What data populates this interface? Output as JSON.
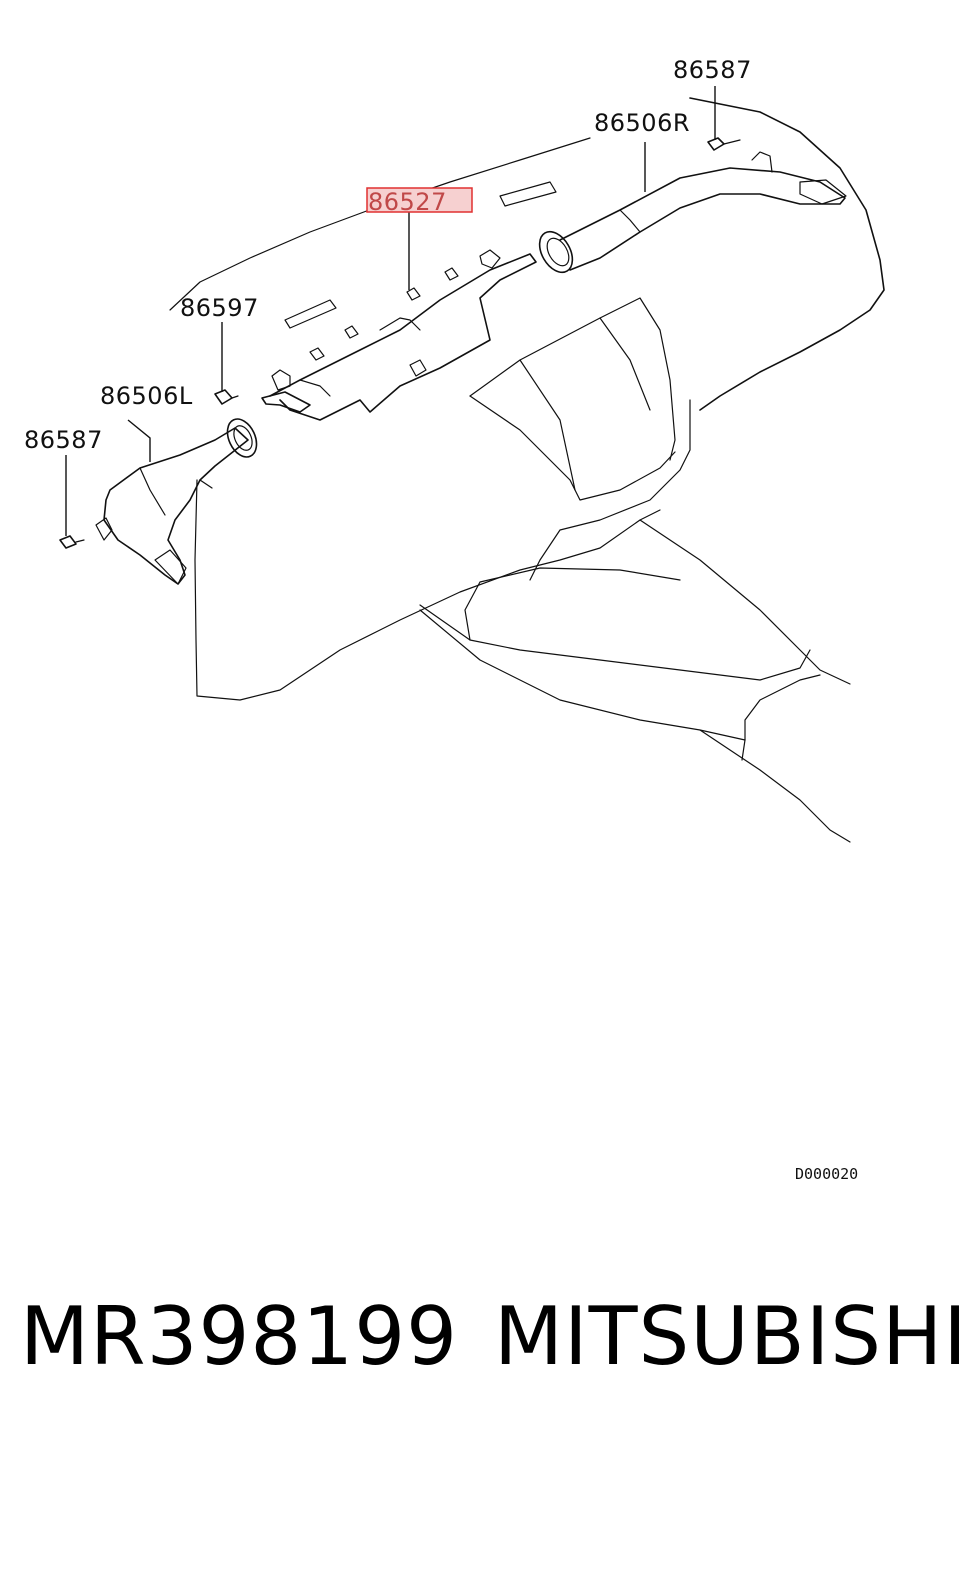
{
  "callouts": {
    "top_right_screw": "86587",
    "right_duct": "86506R",
    "center_duct": "86527",
    "center_clip": "86597",
    "left_duct": "86506L",
    "left_screw": "86587"
  },
  "highlight": {
    "stroke": "#e03030",
    "fill": "#f6d0d0",
    "text": "#c04848"
  },
  "diagram_code": "D000020",
  "caption": {
    "part_number": "MR398199",
    "brand": "MITSUBISHI"
  }
}
